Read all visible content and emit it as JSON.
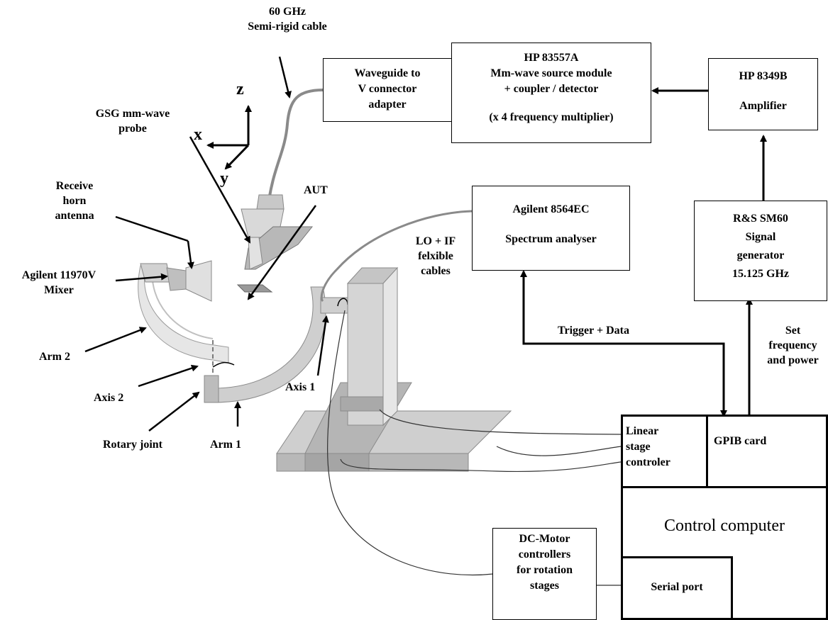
{
  "boxes": {
    "waveguide_adapter": [
      "Waveguide to",
      "V connector",
      "adapter"
    ],
    "source_module": [
      "HP 83557A",
      "Mm-wave source module",
      "+ coupler / detector",
      "",
      "(x 4 frequency multiplier)"
    ],
    "amplifier": [
      "HP 8349B",
      "",
      "Amplifier"
    ],
    "spectrum_analyser": [
      "Agilent 8564EC",
      "",
      "Spectrum analyser"
    ],
    "signal_generator": [
      "R&S SM60",
      "Signal",
      "generator",
      "15.125 GHz"
    ],
    "linear_stage": [
      "Linear",
      "stage",
      "controler"
    ],
    "gpib_card": [
      "GPIB card"
    ],
    "control_computer": [
      "Control computer"
    ],
    "serial_port": [
      "Serial port"
    ],
    "dc_motor": [
      "DC-Motor",
      "controllers",
      "for rotation",
      "stages"
    ]
  },
  "labels": {
    "cable": [
      "60 GHz",
      "Semi-rigid cable"
    ],
    "z_axis": "z",
    "x_axis": "x",
    "y_axis": "y",
    "gsg_probe": [
      "GSG mm-wave",
      "probe"
    ],
    "receive_horn": [
      "Receive",
      "horn",
      "antenna"
    ],
    "aut": "AUT",
    "mixer": [
      "Agilent 11970V",
      "Mixer"
    ],
    "arm2": "Arm 2",
    "axis2": "Axis 2",
    "rotary_joint": "Rotary joint",
    "arm1": "Arm 1",
    "axis1": "Axis 1",
    "lo_if": [
      "LO + IF",
      "felxible",
      "cables"
    ],
    "trigger_data": "Trigger + Data",
    "set_freq": [
      "Set",
      "frequency",
      "and power"
    ]
  }
}
